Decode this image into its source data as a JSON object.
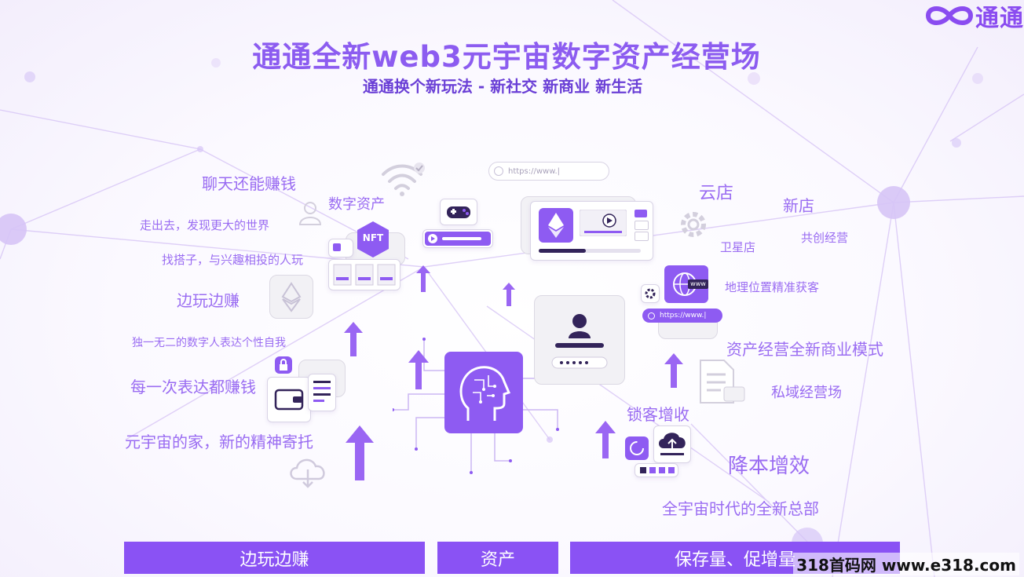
{
  "brand": {
    "name": "通通"
  },
  "header": {
    "title": "通通全新web3元宇宙数字资产经营场",
    "subtitle": "通通换个新玩法 - 新社交 新商业 新生活"
  },
  "left_features": {
    "chat_earn": "聊天还能赚钱",
    "digital_assets": "数字资产",
    "go_out": "走出去，发现更大的世界",
    "find_partner": "找搭子，与兴趣相投的人玩",
    "play_earn": "边玩边赚",
    "unique_avatar": "独一无二的数字人表达个性自我",
    "every_expression": "每一次表达都赚钱",
    "metaverse_home": "元宇宙的家，新的精神寄托"
  },
  "right_features": {
    "cloud_store": "云店",
    "new_store": "新店",
    "satellite_store": "卫星店",
    "co_operate": "共创经营",
    "geo_location": "地理位置精准获客",
    "asset_business": "资产经营全新商业模式",
    "private_domain": "私域经营场",
    "lock_customers": "锁客增收",
    "cost_efficiency": "降本增效",
    "headquarters": "全宇宙时代的全新总部"
  },
  "ui_elements": {
    "url_text": "https://www.|",
    "nft_badge": "NFT",
    "www_badge": "www"
  },
  "bottom_bar": {
    "left": "边玩边赚",
    "middle": "资产",
    "right": "保存量、促增量"
  },
  "watermark": "318首码网 www.e318.com",
  "colors": {
    "accent": "#8a52f4",
    "text_purple": "#9a6cf2",
    "title_purple": "#8c5cf0"
  }
}
